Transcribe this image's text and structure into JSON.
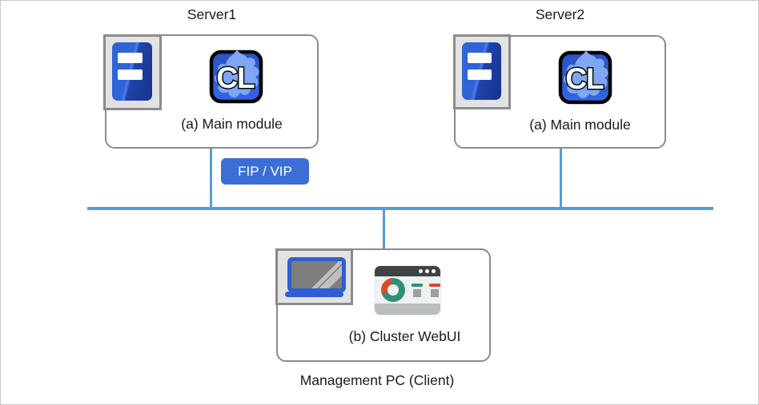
{
  "colors": {
    "text": "#1a1a1a",
    "connector": "#5b9bd5",
    "box_border": "#8b8b8b",
    "icon_frame_bg": "#e2e2e2",
    "badge_bg": "#3b6fd6",
    "badge_text": "#ffffff",
    "tower_blue_light": "#2f63d6",
    "tower_blue_dark": "#16338f",
    "cl_bg_top": "#2b52c4",
    "cl_bg_bottom": "#3366e4",
    "cl_blob": "#7fa6f0",
    "laptop_blue": "#2e5fd0",
    "screen_gray": "#7e7e7e",
    "browser_titlebar": "#3e4347",
    "browser_content": "#eef1f1",
    "browser_footer": "#b9bdbd",
    "donut_teal": "#2f9077",
    "donut_red": "#db4a2b",
    "widget_gray": "#9aa0a1"
  },
  "nodes": {
    "server1": {
      "title": "Server1",
      "caption": "(a) Main module"
    },
    "server2": {
      "title": "Server2",
      "caption": "(a) Main module"
    },
    "management_pc": {
      "caption": "(b) Cluster WebUI",
      "label": "Management PC (Client)"
    }
  },
  "badge": {
    "label": "FIP / VIP"
  },
  "icons": {
    "cl_monogram": "CL"
  }
}
